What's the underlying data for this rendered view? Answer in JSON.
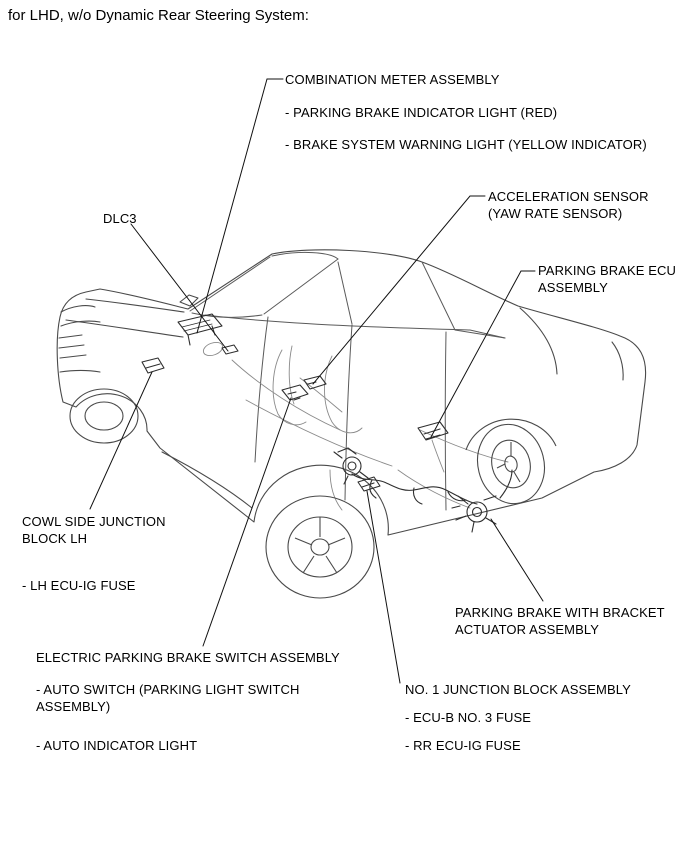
{
  "header": {
    "note": "for LHD, w/o Dynamic Rear Steering System:"
  },
  "illustration": "sedan-cutaway-line-art-three-quarter-front-left",
  "labels": {
    "combination_meter": {
      "title": "COMBINATION METER ASSEMBLY",
      "items": [
        "- PARKING BRAKE INDICATOR LIGHT (RED)",
        "- BRAKE SYSTEM WARNING LIGHT (YELLOW INDICATOR)"
      ]
    },
    "acceleration_sensor": {
      "lines": [
        "ACCELERATION SENSOR",
        "(YAW RATE SENSOR)"
      ]
    },
    "dlc3": {
      "title": "DLC3"
    },
    "parking_brake_ecu": {
      "lines": [
        "PARKING BRAKE ECU",
        "ASSEMBLY"
      ]
    },
    "cowl_side_junction_block": {
      "lines": [
        "COWL SIDE JUNCTION",
        "BLOCK LH"
      ],
      "items": [
        "- LH ECU-IG FUSE"
      ]
    },
    "parking_brake_actuator": {
      "lines": [
        "PARKING BRAKE WITH BRACKET",
        "ACTUATOR ASSEMBLY"
      ]
    },
    "epb_switch": {
      "title": "ELECTRIC PARKING BRAKE SWITCH ASSEMBLY",
      "item1_lines": [
        "- AUTO SWITCH (PARKING LIGHT SWITCH",
        "ASSEMBLY)"
      ],
      "item2": "- AUTO INDICATOR LIGHT"
    },
    "no1_junction_block": {
      "title": "NO. 1 JUNCTION BLOCK ASSEMBLY",
      "items": [
        "- ECU-B NO. 3 FUSE",
        "- RR ECU-IG FUSE"
      ]
    }
  },
  "colors": {
    "line_art": "#4a4a4a",
    "leader": "#111111",
    "text": "#000000",
    "background": "#ffffff"
  }
}
